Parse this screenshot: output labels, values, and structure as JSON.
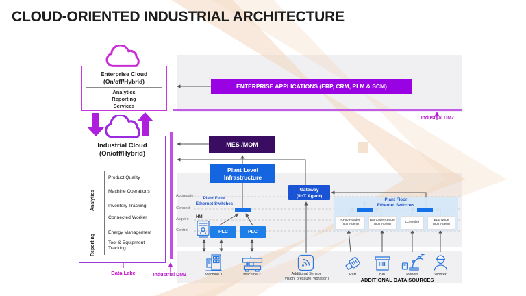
{
  "title": "CLOUD-ORIENTED INDUSTRIAL ARCHITECTURE",
  "enterprise_cloud": {
    "title1": "Enterprise Cloud",
    "title2": "(On/off/Hybrid)",
    "items": [
      "Analytics",
      "Reporting",
      "Services"
    ]
  },
  "industrial_cloud": {
    "title1": "Industrial Cloud",
    "title2": "(On/off/Hybrid)",
    "group1_label": "Analytics",
    "group2_label": "Reporting",
    "items": [
      "Product Quality",
      "Machine Operations",
      "Inventory Tracking",
      "Connected Worker",
      "Energy Management",
      "Tool & Equipment Tracking"
    ]
  },
  "data_lake_label": "Data Lake",
  "industrial_dmz_bottom": "Industrial DMZ",
  "industrial_dmz_top": "Industrial DMZ",
  "enterprise_apps_label": "ENTERPRISE APPLICATIONS (ERP, CRM, PLM & SCM)",
  "mes_label": "MES /MOM",
  "plant_level": {
    "line1": "Plant Level",
    "line2": "Infrastructure"
  },
  "gateway": {
    "line1": "Gateway",
    "line2": "(IIoT Agent)"
  },
  "row_labels": [
    "Aggregate",
    "Connect",
    "Acquire",
    "Control"
  ],
  "plant_floor_left": {
    "line1": "Plant Floor",
    "line2": "Ethernet Switches"
  },
  "plant_floor_right": {
    "line1": "Plant Floor",
    "line2": "Ethernet Switches"
  },
  "hmi_label": "HMI",
  "plc_label": "PLC",
  "devices": {
    "rfid": {
      "line1": "RFID Reader",
      "line2": "(IIoT Agent)"
    },
    "barcode": {
      "line1": "Bar Code Reader",
      "line2": "(IIoT Agent)"
    },
    "controller": {
      "line1": "Controller"
    },
    "ble": {
      "line1": "BLE Node",
      "line2": "(IIoT Agent)"
    }
  },
  "bottom_items": {
    "machine1": "Machine 1",
    "machine2": "Machine 2",
    "sensor_line1": "Additional Sensor",
    "sensor_line2": "(vision, pressure, vibration)",
    "part": "Part",
    "bin": "Bin",
    "robots": "Robots",
    "worker": "Worker"
  },
  "additional_data_sources": "ADDITIONAL DATA SOURCES",
  "colors": {
    "enterprise_bar": "#9903E3",
    "mes_purple": "#3A0D63",
    "infra_blue": "#1565E0",
    "gateway_blue": "#1A54D4",
    "plc_blue": "#1E7FE8",
    "switch_blue": "#1470E8",
    "panel_blue": "#D5E7F9",
    "band_gray": "#F0EFF1",
    "watermark_peach": "#F3D7BF",
    "dmz_magenta": "#C45BE8",
    "cloud_magenta": "#C92ED4",
    "cloud_violet": "#9C2BE0",
    "blue_text": "#2456C8",
    "line_gray": "#555555"
  }
}
